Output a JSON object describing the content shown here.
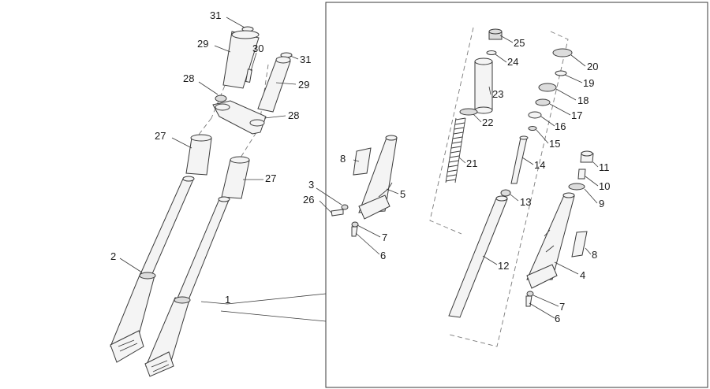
{
  "callouts": [
    {
      "id": "c31a",
      "text": "31"
    },
    {
      "id": "c29a",
      "text": "29"
    },
    {
      "id": "c30",
      "text": "30"
    },
    {
      "id": "c31b",
      "text": "31"
    },
    {
      "id": "c28a",
      "text": "28"
    },
    {
      "id": "c29b",
      "text": "29"
    },
    {
      "id": "c28b",
      "text": "28"
    },
    {
      "id": "c27a",
      "text": "27"
    },
    {
      "id": "c27b",
      "text": "27"
    },
    {
      "id": "c2",
      "text": "2"
    },
    {
      "id": "c1",
      "text": "1"
    },
    {
      "id": "c8a",
      "text": "8"
    },
    {
      "id": "c3",
      "text": "3"
    },
    {
      "id": "c26",
      "text": "26"
    },
    {
      "id": "c5",
      "text": "5"
    },
    {
      "id": "c7a",
      "text": "7"
    },
    {
      "id": "c6a",
      "text": "6"
    },
    {
      "id": "c25",
      "text": "25"
    },
    {
      "id": "c24",
      "text": "24"
    },
    {
      "id": "c23",
      "text": "23"
    },
    {
      "id": "c22",
      "text": "22"
    },
    {
      "id": "c21",
      "text": "21"
    },
    {
      "id": "c20",
      "text": "20"
    },
    {
      "id": "c19",
      "text": "19"
    },
    {
      "id": "c18",
      "text": "18"
    },
    {
      "id": "c17",
      "text": "17"
    },
    {
      "id": "c16",
      "text": "16"
    },
    {
      "id": "c15",
      "text": "15"
    },
    {
      "id": "c14",
      "text": "14"
    },
    {
      "id": "c13",
      "text": "13"
    },
    {
      "id": "c12",
      "text": "12"
    },
    {
      "id": "c11",
      "text": "11"
    },
    {
      "id": "c10",
      "text": "10"
    },
    {
      "id": "c9",
      "text": "9"
    },
    {
      "id": "c8b",
      "text": "8"
    },
    {
      "id": "c4",
      "text": "4"
    },
    {
      "id": "c7b",
      "text": "7"
    },
    {
      "id": "c6b",
      "text": "6"
    }
  ]
}
